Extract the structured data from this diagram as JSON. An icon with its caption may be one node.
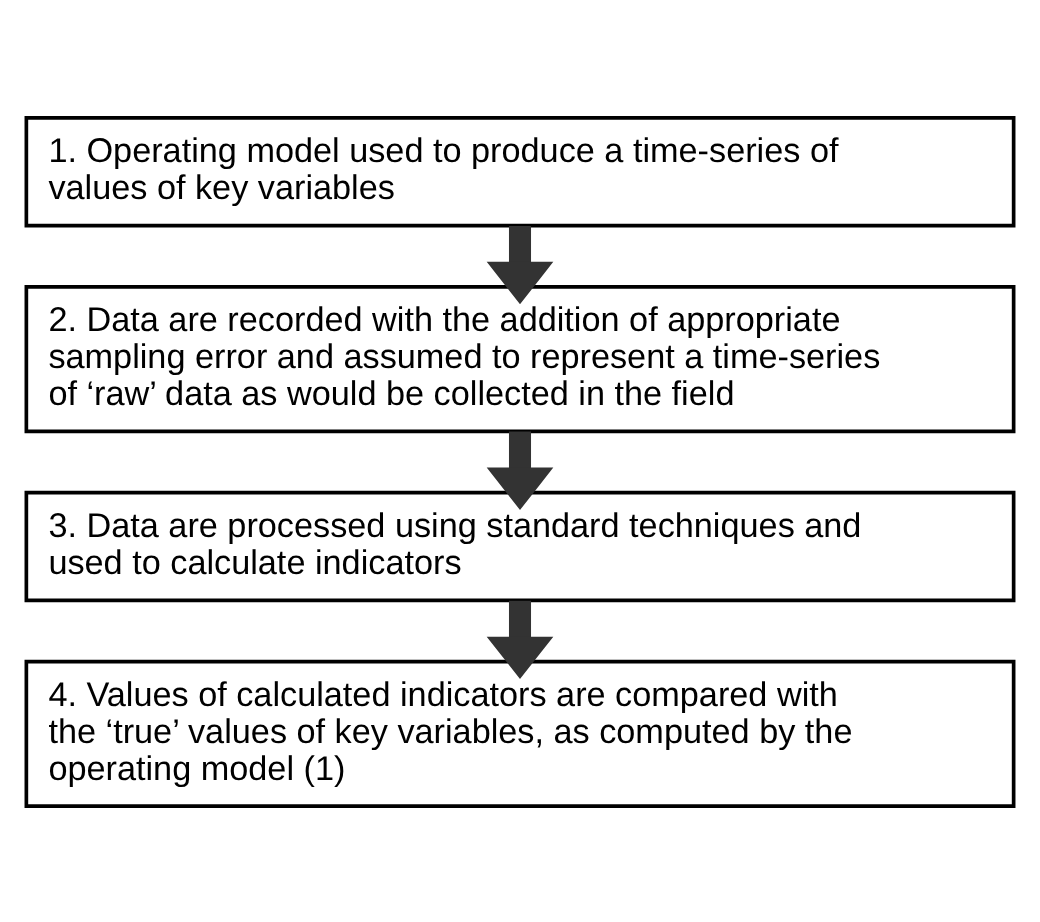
{
  "diagram": {
    "nodes": [
      {
        "text": [
          "1. Operating model used to produce a time-series of values of key variables"
        ]
      },
      {
        "text": [
          "2. Data are recorded with the addition of appropriate sampling error and assumed to represent a time-series of ‘raw’ data as would be collected in the field"
        ]
      },
      {
        "text": [
          "3. Data are processed using standard techniques and used to calculate indicators"
        ]
      },
      {
        "text": [
          "4. Values of calculated indicators are compared with the ‘true’ values of key variables, as computed by the operating model (1)"
        ]
      }
    ],
    "edges": [
      {
        "from": 0,
        "to": 1,
        "arrow": "to"
      },
      {
        "from": 1,
        "to": 2,
        "arrow": "to"
      },
      {
        "from": 2,
        "to": 3,
        "arrow": "to"
      }
    ]
  }
}
